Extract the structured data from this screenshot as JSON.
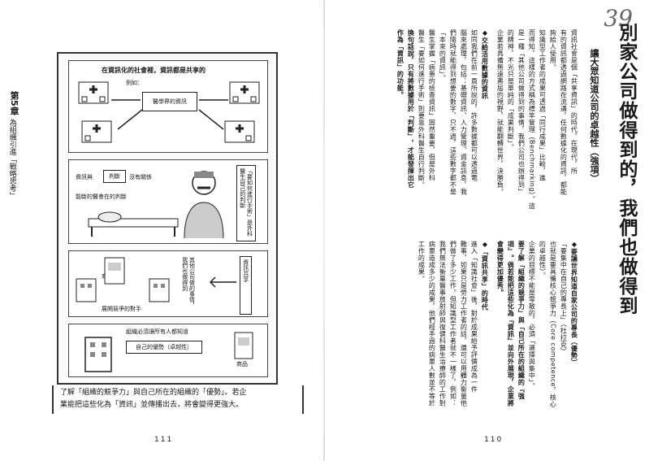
{
  "left_page": {
    "chapter_number": "第5章",
    "chapter_title": "為組織引進「戰略思考」",
    "diagram": {
      "panel1_title": "在資訊化的社會裡，資訊都是共享的",
      "panel1_example": "例如：",
      "panel1_box": "醫學界的資訊",
      "panel2_box_a": "資訊與",
      "panel2_box_b": "判斷",
      "panel2_box_c": "沒有關係",
      "panel2_bubble": "「要如何進行手術」是外科醫生自己的判斷",
      "panel2_bottom": "能斷的醫會在的判斷",
      "panel3_right_box": "資訊共享",
      "panel3_question": "其他公司做的事情，我們也做得到",
      "panel3_label_top": "商品",
      "panel3_label_bottom": "展開競爭的對手",
      "panel4_top": "組織必須讓所有人都知道",
      "panel4_box": "自己的優勢（卓越性）",
      "panel4_label": "商品"
    },
    "caption_line1": "了解「組織的競爭力」與自己所在的組織的「優勢」。若企",
    "caption_line2": "業能把這些化為「資訊」並傳播出去，將會變得更強大。",
    "page_number": "111"
  },
  "right_page": {
    "deco_number": "39",
    "title": "別家公司做得到的，我們也做得到",
    "subtitle": "讓大眾知道公司的卓越性（強項）",
    "col1": "資訊社會是個「共享資訊」的時代，在現代，所",
    "col2": "有的資訊都透過網路在流通，任何數據化的資訊，都能",
    "col3": "夠給人使用。",
    "col4": "知識型工作者的成果可透過「同行成果」比較，進",
    "col5": "而得知，這樣的方式稱為標竿管理（Benchmarking）。這",
    "col6": "是一種「其他公司做得到的事情，我們公司也辦得到」",
    "col7": "的精神，不光只是單純的「成果判斷」。",
    "col8": "企業若具備無遠弗屆的視野，就能翻轉世界，決勝負。",
    "head2": "◆要讓世界知道自家公司的專長（優勢）",
    "col9": "「要集中在自己的專長上」（杜拉克）",
    "col10": "也就是要具備核心競爭力（Core competence，核心",
    "col11": "的卓越性）。",
    "col12": "企業的目標不能是零散的，必須「選擇與集中」。",
    "col13": "要了解「組織的競爭力」與「自己所在的組織的『強",
    "col14": "項』。倘若能把這些化為『資訊』並向外展現，企業將",
    "col15": "會變得更加優秀。",
    "head1": "◆交給活用數據的資訊",
    "col16": "如同我們在前一頁所說的，許多數據都可以透過電",
    "col17": "腦來處理，包括：基礎資訊、人力管理、資金訊息，我",
    "col18": "們隨時就能得到想要的數字，只不過，這些數字都不是",
    "col19": "「本來的資訊」。",
    "col20": "醫生掌握「病患的檢查資訊」固然重要，但是外科",
    "col21": "醫生「要如何進行手術」則要靠外科醫生自行判斷。",
    "col22": "換句話說，只有將數據用於「判斷」，才能發揮出它",
    "col23": "作為「資訊」的功能。",
    "head3": "◆「資訊共享」的時代",
    "col24": "進入「知識社會」後，對於成果給予評價成為一件",
    "col25": "難事，如果只是勞力工作者的話，還可以用體力衡量他",
    "col26": "們做了多少工作。但知識型工作者就不一樣了，例如：",
    "col27": "我們無法衡量醫事放射師與復健科醫生治療師的工作對",
    "col28": "病患造成多少的成果，他們經手過的病患人數並不等於",
    "col29": "工作的成果。",
    "page_number": "110"
  }
}
